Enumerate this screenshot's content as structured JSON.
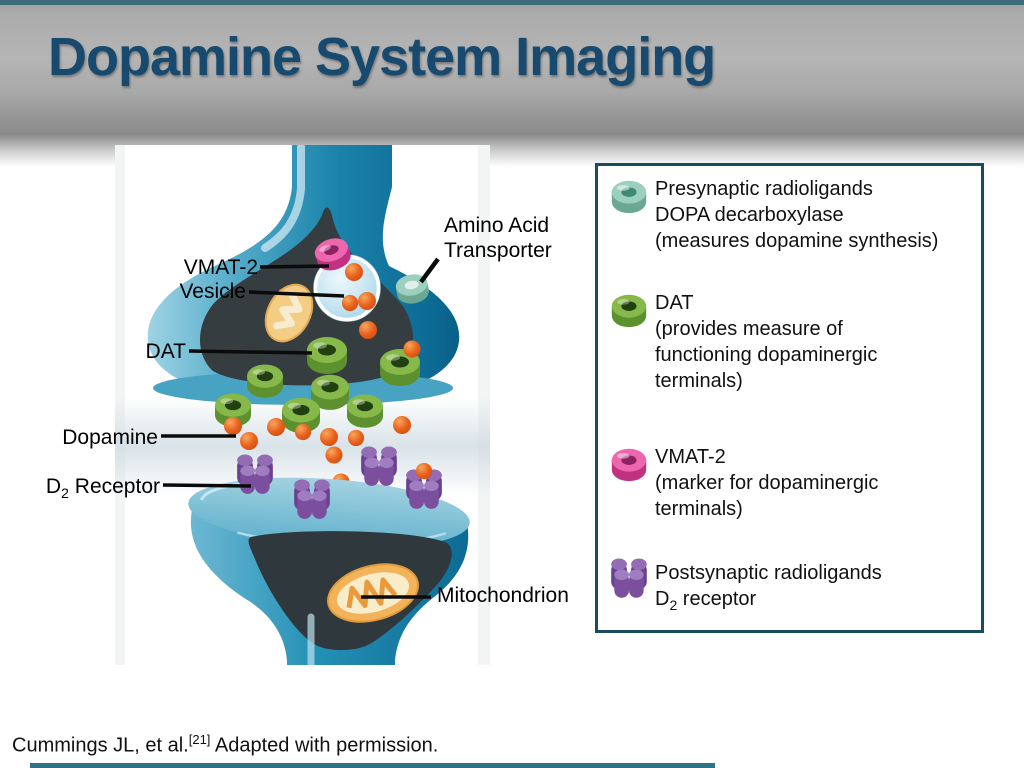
{
  "slide": {
    "title": "Dopamine System Imaging",
    "citation": {
      "prefix": "Cummings JL, et al.",
      "sup": "[21]",
      "suffix": " Adapted with permission."
    }
  },
  "diagram": {
    "labels": {
      "vmat2": "VMAT-2",
      "vesicle": "Vesicle",
      "dat": "DAT",
      "dopamine": "Dopamine",
      "d2": {
        "pre": "D",
        "sub": "2",
        "post": " Receptor"
      },
      "amino_line1": "Amino Acid",
      "amino_line2": "Transporter",
      "mitochondrion": "Mitochondrion"
    }
  },
  "legend": {
    "items": [
      {
        "icon": "teal-donut-icon",
        "lines": [
          "Presynaptic radioligands",
          "DOPA decarboxylase",
          "(measures dopamine synthesis)"
        ]
      },
      {
        "icon": "green-donut-icon",
        "lines": [
          "DAT",
          "(provides measure of",
          "functioning dopaminergic",
          "terminals)"
        ]
      },
      {
        "icon": "pink-donut-icon",
        "lines": [
          "VMAT-2",
          "(marker for dopaminergic",
          "terminals)"
        ]
      },
      {
        "icon": "purple-receptor-cluster-icon",
        "lines": [
          "Postsynaptic radioligands"
        ],
        "d2": {
          "pre": "D",
          "sub": "2",
          "post": " receptor"
        }
      }
    ]
  },
  "colors": {
    "slide_border_teal": "#3c6c7a",
    "bottom_bar_teal": "#2f7388",
    "title_text": "#174a6e",
    "header_gray": "#adadad",
    "legend_border": "#1a4b60",
    "membrane_blue": "#1b84ab",
    "interior_dark": "#353d41",
    "dopamine_orange": "#e8611c",
    "dat_green": "#6a9a33",
    "vmat2_pink": "#d94a96",
    "transporter_teal": "#7dbcab",
    "receptor_purple": "#7b4f9e",
    "mitochondrion_tan": "#f2b35a",
    "vesicle_blue": "#bfe0ef"
  }
}
